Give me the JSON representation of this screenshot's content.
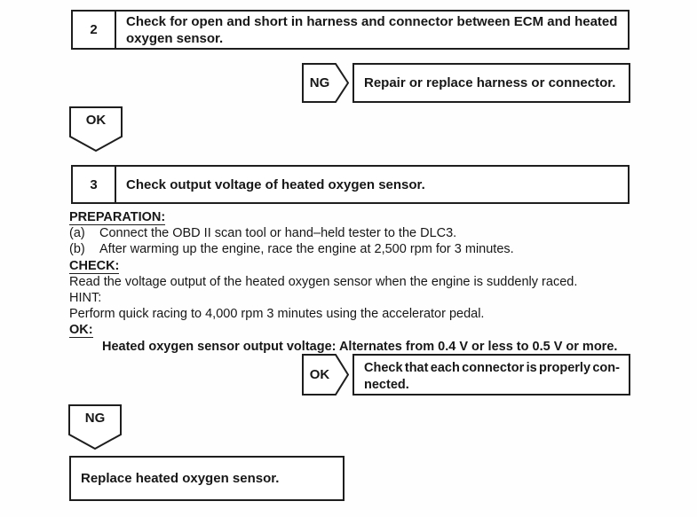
{
  "colors": {
    "ink": "#171717",
    "paper": "#fefefe",
    "border": "#1e1e1e"
  },
  "flow": {
    "step2": {
      "number": "2",
      "title": "Check for open and short in harness and connector between ECM and heated oxygen sensor."
    },
    "ng1": {
      "label": "NG",
      "action": "Repair or replace harness or connector."
    },
    "ok_down": {
      "label": "OK"
    },
    "step3": {
      "number": "3",
      "title": "Check output voltage of heated oxygen sensor."
    },
    "details": {
      "preparation_heading": "PREPARATION:",
      "items": [
        {
          "label": "(a)",
          "text": "Connect the OBD II scan tool or hand–held tester to the DLC3."
        },
        {
          "label": "(b)",
          "text": "After warming up the engine, race the engine at 2,500 rpm for 3 minutes."
        }
      ],
      "check_heading": "CHECK:",
      "check_text": "Read the voltage output of the heated oxygen sensor when the engine is suddenly raced.",
      "hint_heading": "HINT:",
      "hint_text": "Perform quick racing to 4,000 rpm 3 minutes using the accelerator pedal.",
      "ok_heading": "OK:",
      "ok_spec": "Heated oxygen sensor output voltage: Alternates from 0.4 V or less to 0.5 V or more."
    },
    "ok2": {
      "label": "OK",
      "action_line1": "Check that each connector is properly con-",
      "action_line2": "nected."
    },
    "ng_down": {
      "label": "NG"
    },
    "final": {
      "action": "Replace heated oxygen sensor."
    }
  }
}
